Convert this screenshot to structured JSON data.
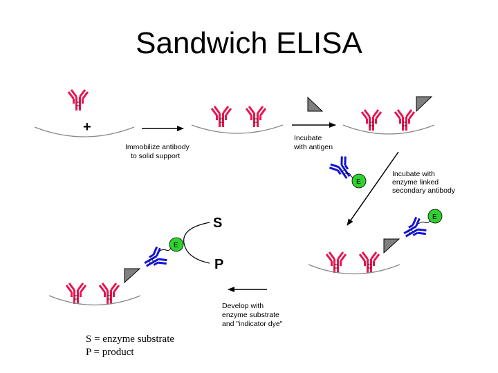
{
  "title": "Sandwich ELISA",
  "steps": {
    "plus": "+",
    "immobilize": [
      "Immobilize antibody",
      "to solid support"
    ],
    "incubate_antigen": [
      "Incubate",
      "with antigen"
    ],
    "incubate_secondary": [
      "Incubate with",
      "enzyme linked",
      "secondary antibody"
    ],
    "develop": [
      "Develop with",
      "enzyme substrate",
      "and \"indicator dye\""
    ]
  },
  "enzyme_label": "E",
  "substrate_label": "S",
  "product_label": "P",
  "legend": {
    "line1": "S = enzyme substrate",
    "line2": "P = product"
  },
  "colors": {
    "capture_antibody": "#e8154f",
    "secondary_antibody": "#1212d6",
    "enzyme": "#2ed12e",
    "antigen": "#808080",
    "support": "#888888"
  }
}
